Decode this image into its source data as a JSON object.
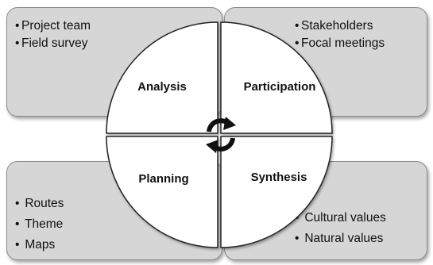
{
  "boxes": {
    "top_left": {
      "items": [
        "Project team",
        "Field survey"
      ]
    },
    "top_right": {
      "items": [
        "Stakeholders",
        "Focal meetings"
      ]
    },
    "bottom_left": {
      "items": [
        "Routes",
        "Theme",
        "Maps"
      ]
    },
    "bottom_right": {
      "items": [
        "Cultural values",
        "Natural values"
      ]
    }
  },
  "quadrants": {
    "top_left": "Analysis",
    "top_right": "Participation",
    "bottom_left": "Planning",
    "bottom_right": "Synthesis"
  },
  "center_icon": "cycle-arrows-icon",
  "colors": {
    "box_fill": "#d6d6d6",
    "box_border": "#8a8a8a",
    "circle_fill": "#ffffff",
    "icon": "#111111"
  }
}
